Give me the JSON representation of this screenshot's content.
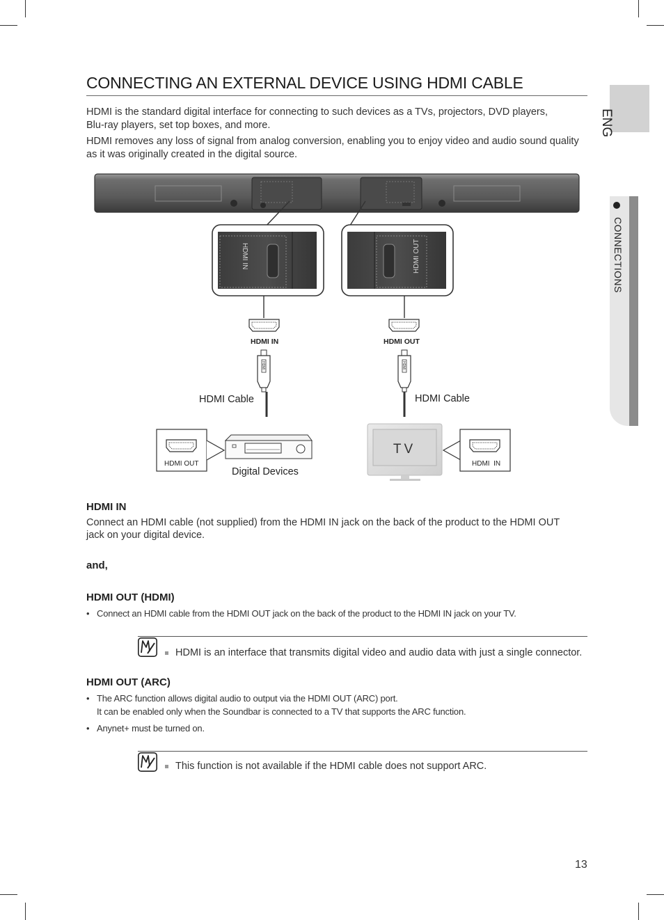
{
  "side": {
    "language": "ENG",
    "section": "CONNECTIONS"
  },
  "title": "CONNECTING AN EXTERNAL DEVICE USING HDMI CABLE",
  "intro": {
    "p1_line1": "HDMI is the standard digital interface for connecting to such devices as a TVs, projectors, DVD players,",
    "p1_line2": "Blu-ray players, set top boxes, and more.",
    "p2_line1": "HDMI removes any loss of signal from analog conversion, enabling you to enjoy video and audio sound quality",
    "p2_line2": "as it was originally created in the digital source."
  },
  "diagram": {
    "port_in_label": "HDMI IN",
    "port_out_label": "HDMI OUT",
    "connector_in_label": "HDMI IN",
    "connector_out_label": "HDMI OUT",
    "cable_left": "HDMI Cable",
    "cable_right": "HDMI Cable",
    "device_port_label": "HDMI OUT",
    "device_label": "Digital Devices",
    "tv_label": "TV",
    "tv_port_label": "HDMI  IN",
    "plug_mark": "HDMI"
  },
  "sections": {
    "hdmi_in_heading": "HDMI IN",
    "hdmi_in_line1": "Connect an HDMI cable (not supplied) from the HDMI IN jack on the back of the product to the HDMI OUT",
    "hdmi_in_line2": "jack on your digital device.",
    "and": "and,",
    "hdmi_out_heading": "HDMI OUT (HDMI)",
    "hdmi_out_bullet": "Connect an HDMI cable from the HDMI OUT jack on the back of the product to the HDMI IN jack on your TV.",
    "note1": "HDMI is an interface that transmits digital video and audio data with just a single connector.",
    "arc_heading": "HDMI OUT (ARC)",
    "arc_bullet1_line1": "The ARC function allows digital audio to output via the HDMI OUT (ARC) port.",
    "arc_bullet1_line2": "It can be enabled only when the Soundbar is connected to a TV that supports the ARC function.",
    "arc_bullet2": "Anynet+ must be turned on.",
    "note2": "This function is not available if the HDMI cable does not support ARC.",
    "bullet_char": "•"
  },
  "page_number": "13"
}
